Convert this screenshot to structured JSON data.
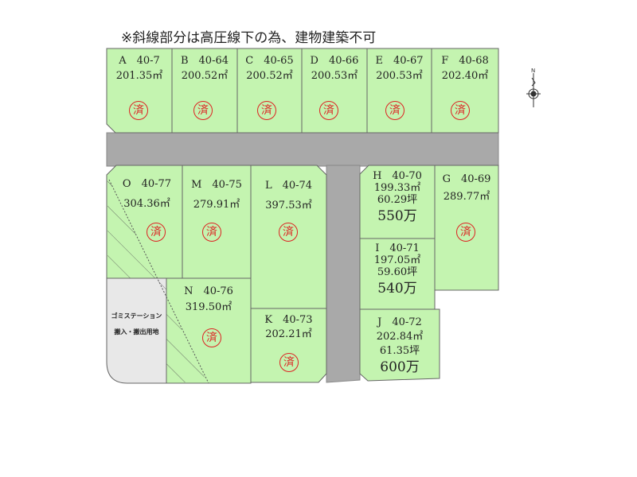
{
  "note": "※斜線部分は高圧線下の為、建物建築不可",
  "stamp_text": "済",
  "compass_label": "N",
  "lots": {
    "A": {
      "label": "A　40-7",
      "area": "201.35㎡",
      "sold": true
    },
    "B": {
      "label": "B　40-64",
      "area": "200.52㎡",
      "sold": true
    },
    "C": {
      "label": "C　40-65",
      "area": "200.52㎡",
      "sold": true
    },
    "D": {
      "label": "D　40-66",
      "area": "200.53㎡",
      "sold": true
    },
    "E": {
      "label": "E　40-67",
      "area": "200.53㎡",
      "sold": true
    },
    "F": {
      "label": "F　40-68",
      "area": "202.40㎡",
      "sold": true
    },
    "G": {
      "label": "G　40-69",
      "area": "289.77㎡",
      "sold": true
    },
    "H": {
      "label": "H　40-70",
      "area": "199.33㎡",
      "tsubo": "60.29坪",
      "price": "550万"
    },
    "I": {
      "label": "I　40-71",
      "area": "197.05㎡",
      "tsubo": "59.60坪",
      "price": "540万"
    },
    "J": {
      "label": "J　40-72",
      "area": "202.84㎡",
      "tsubo": "61.35坪",
      "price": "600万"
    },
    "K": {
      "label": "K　40-73",
      "area": "202.21㎡",
      "sold": true
    },
    "L": {
      "label": "L　40-74",
      "area": "397.53㎡",
      "sold": true
    },
    "M": {
      "label": "M　40-75",
      "area": "279.91㎡",
      "sold": true
    },
    "N": {
      "label": "N　40-76",
      "area": "319.50㎡",
      "sold": true
    },
    "O": {
      "label": "O　40-77",
      "area": "304.36㎡",
      "sold": true
    }
  },
  "garbage": {
    "line1": "ゴミステーション",
    "line2": "搬入・搬出用地"
  },
  "colors": {
    "lot": "#c4f4b0",
    "road": "#a9a9a9",
    "garbage": "#e8e8e8",
    "stamp": "#dd2222"
  }
}
